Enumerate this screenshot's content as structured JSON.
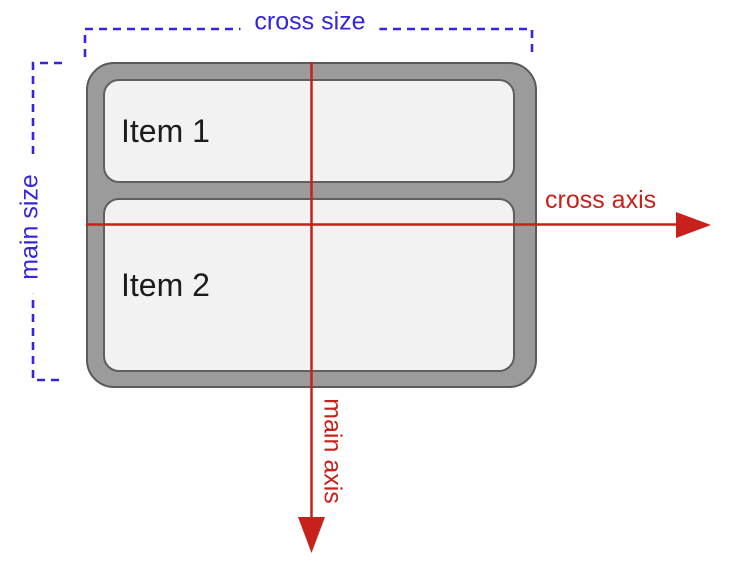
{
  "colors": {
    "red": "#c8201a",
    "blue": "#3525dc",
    "container-fill": "#9b9b9b",
    "container-outline": "#5a5a5a",
    "item-fill": "#f2f2f2",
    "item-outline": "#5f5f5f",
    "item-text": "#1c1c1c",
    "canvas-bg": "#ffffff"
  },
  "diagram": {
    "items": [
      {
        "label": "Item 1"
      },
      {
        "label": "Item 2"
      }
    ],
    "annotations": {
      "cross_size": "cross size",
      "main_size": "main size",
      "cross_axis": "cross axis",
      "main_axis": "main axis"
    }
  }
}
